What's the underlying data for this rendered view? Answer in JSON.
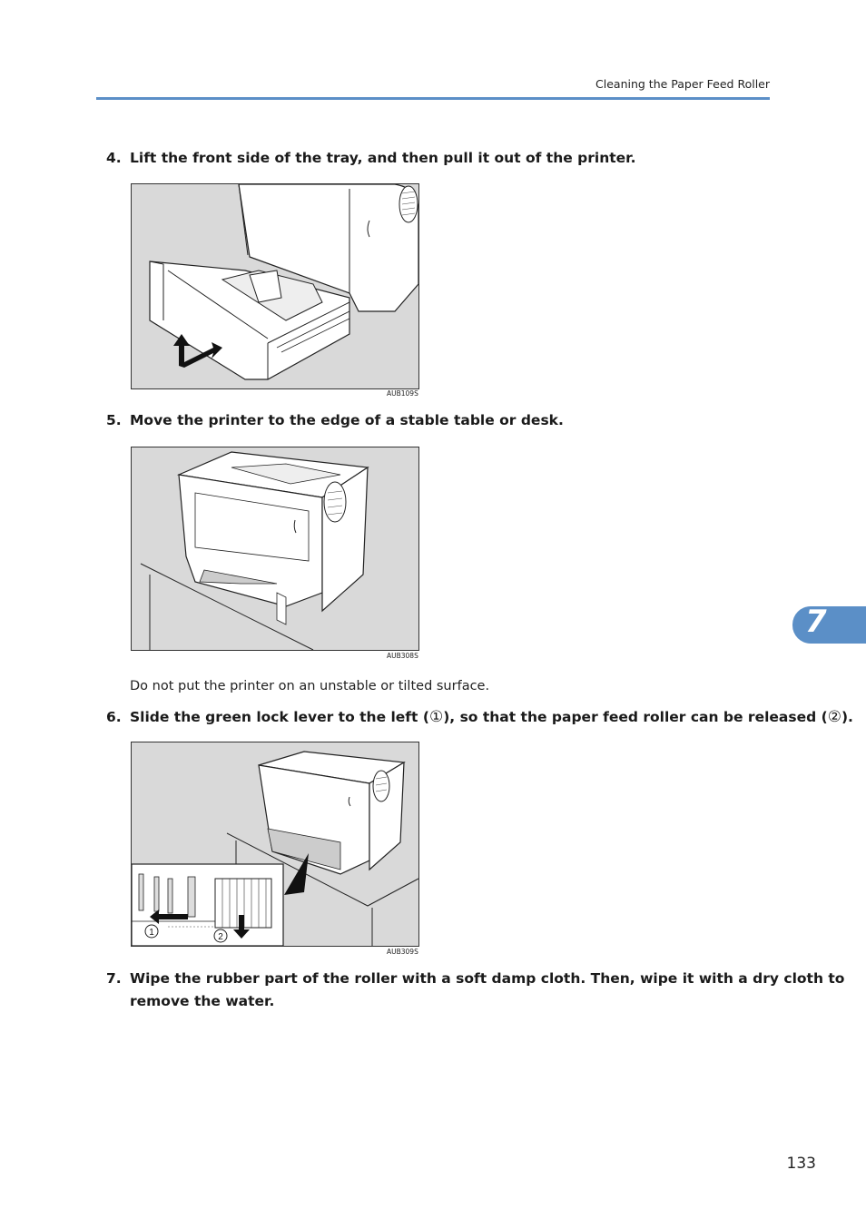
{
  "header": {
    "section_title": "Cleaning the Paper Feed Roller"
  },
  "steps": [
    {
      "number": "4.",
      "text": "Lift the front side of the tray, and then pull it out of the printer."
    },
    {
      "number": "5.",
      "text": "Move the printer to the edge of a stable table or desk."
    },
    {
      "number": "6.",
      "text_a": "Slide the green lock lever to the left (",
      "marker_1": "①",
      "text_b": "), so that the paper feed roller can be released (",
      "marker_2": "②",
      "text_c": ")."
    },
    {
      "number": "7.",
      "line1": "Wipe the rubber part of the roller with a soft damp cloth. Then, wipe it with a dry cloth to",
      "line2": "remove the water."
    }
  ],
  "note": "Do not put the printer on an unstable or tilted surface.",
  "figures": [
    {
      "code": "AUB109S"
    },
    {
      "code": "AUB308S"
    },
    {
      "code": "AUB309S",
      "callout_1": "1",
      "callout_2": "2"
    }
  ],
  "chapter": {
    "number": "7",
    "tab_color": "#5b8fc7"
  },
  "page_number": "133"
}
